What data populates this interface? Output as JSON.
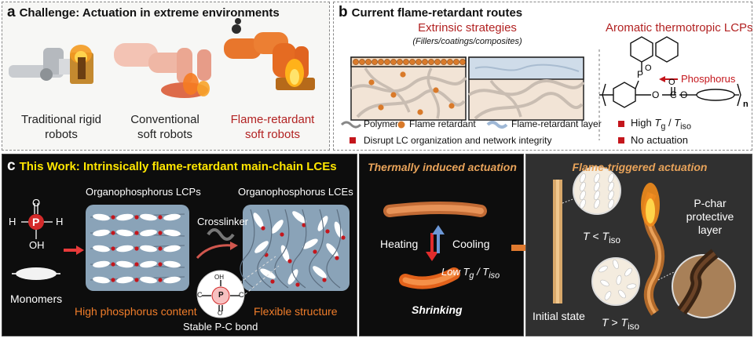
{
  "panel_a": {
    "letter": "a",
    "title": "Challenge: Actuation in extreme environments",
    "robots": [
      {
        "line1": "Traditional rigid",
        "line2": "robots"
      },
      {
        "line1": "Conventional",
        "line2": "soft robots"
      },
      {
        "line1": "Flame-retardant",
        "line2": "soft robots"
      }
    ]
  },
  "panel_b": {
    "letter": "b",
    "title": "Current flame-retardant routes",
    "extrinsic_title": "Extrinsic strategies",
    "extrinsic_sub": "(Fillers/coatings/composites)",
    "legend": [
      "Polymer",
      "Flame retardant",
      "Flame-retardant layer"
    ],
    "drawback": "Disrupt LC organization and network integrity",
    "aromatic_title": "Aromatic thermotropic LCPs",
    "phosphorus_label": "Phosphorus",
    "atoms": {
      "P": "P",
      "O": "O",
      "C": "C",
      "n": "n"
    },
    "high_prefix": "High ",
    "no_actuation": "No actuation"
  },
  "panel_c": {
    "letter": "c",
    "title": "This Work: Intrinsically flame-retardant main-chain LCEs",
    "phosphine": {
      "P": "P",
      "H": "H",
      "O": "O",
      "OH": "OH"
    },
    "monomers": "Monomers",
    "lcps": "Organophosphorus LCPs",
    "lces": "Organophosphorus LCEs",
    "crosslinker": "Crosslinker",
    "high_phosphorus": "High phosphorus content",
    "flexible": "Flexible structure",
    "stable_bond": "Stable P-C bond",
    "bond_atoms": {
      "OH": "OH",
      "C": "C",
      "P": "P",
      "O": "O"
    }
  },
  "panel_d": {
    "title": "Thermally induced actuation",
    "heating": "Heating",
    "cooling": "Cooling",
    "low_prefix": "Low ",
    "shrinking": "Shrinking"
  },
  "panel_e": {
    "title": "Flame-triggered actuation",
    "pchar": [
      "P-char",
      "protective",
      "layer"
    ],
    "initial": "Initial state",
    "lt": " < ",
    "gt": " > "
  },
  "symbols": {
    "T": "T",
    "g": "g",
    "iso": "iso",
    "slash": " / "
  },
  "colors": {
    "title_red": "#b22222",
    "accent_orange": "#f07d2a",
    "title_yellow": "#ffe600",
    "amber": "#e8a35a",
    "bullet_red": "#c4161c"
  }
}
